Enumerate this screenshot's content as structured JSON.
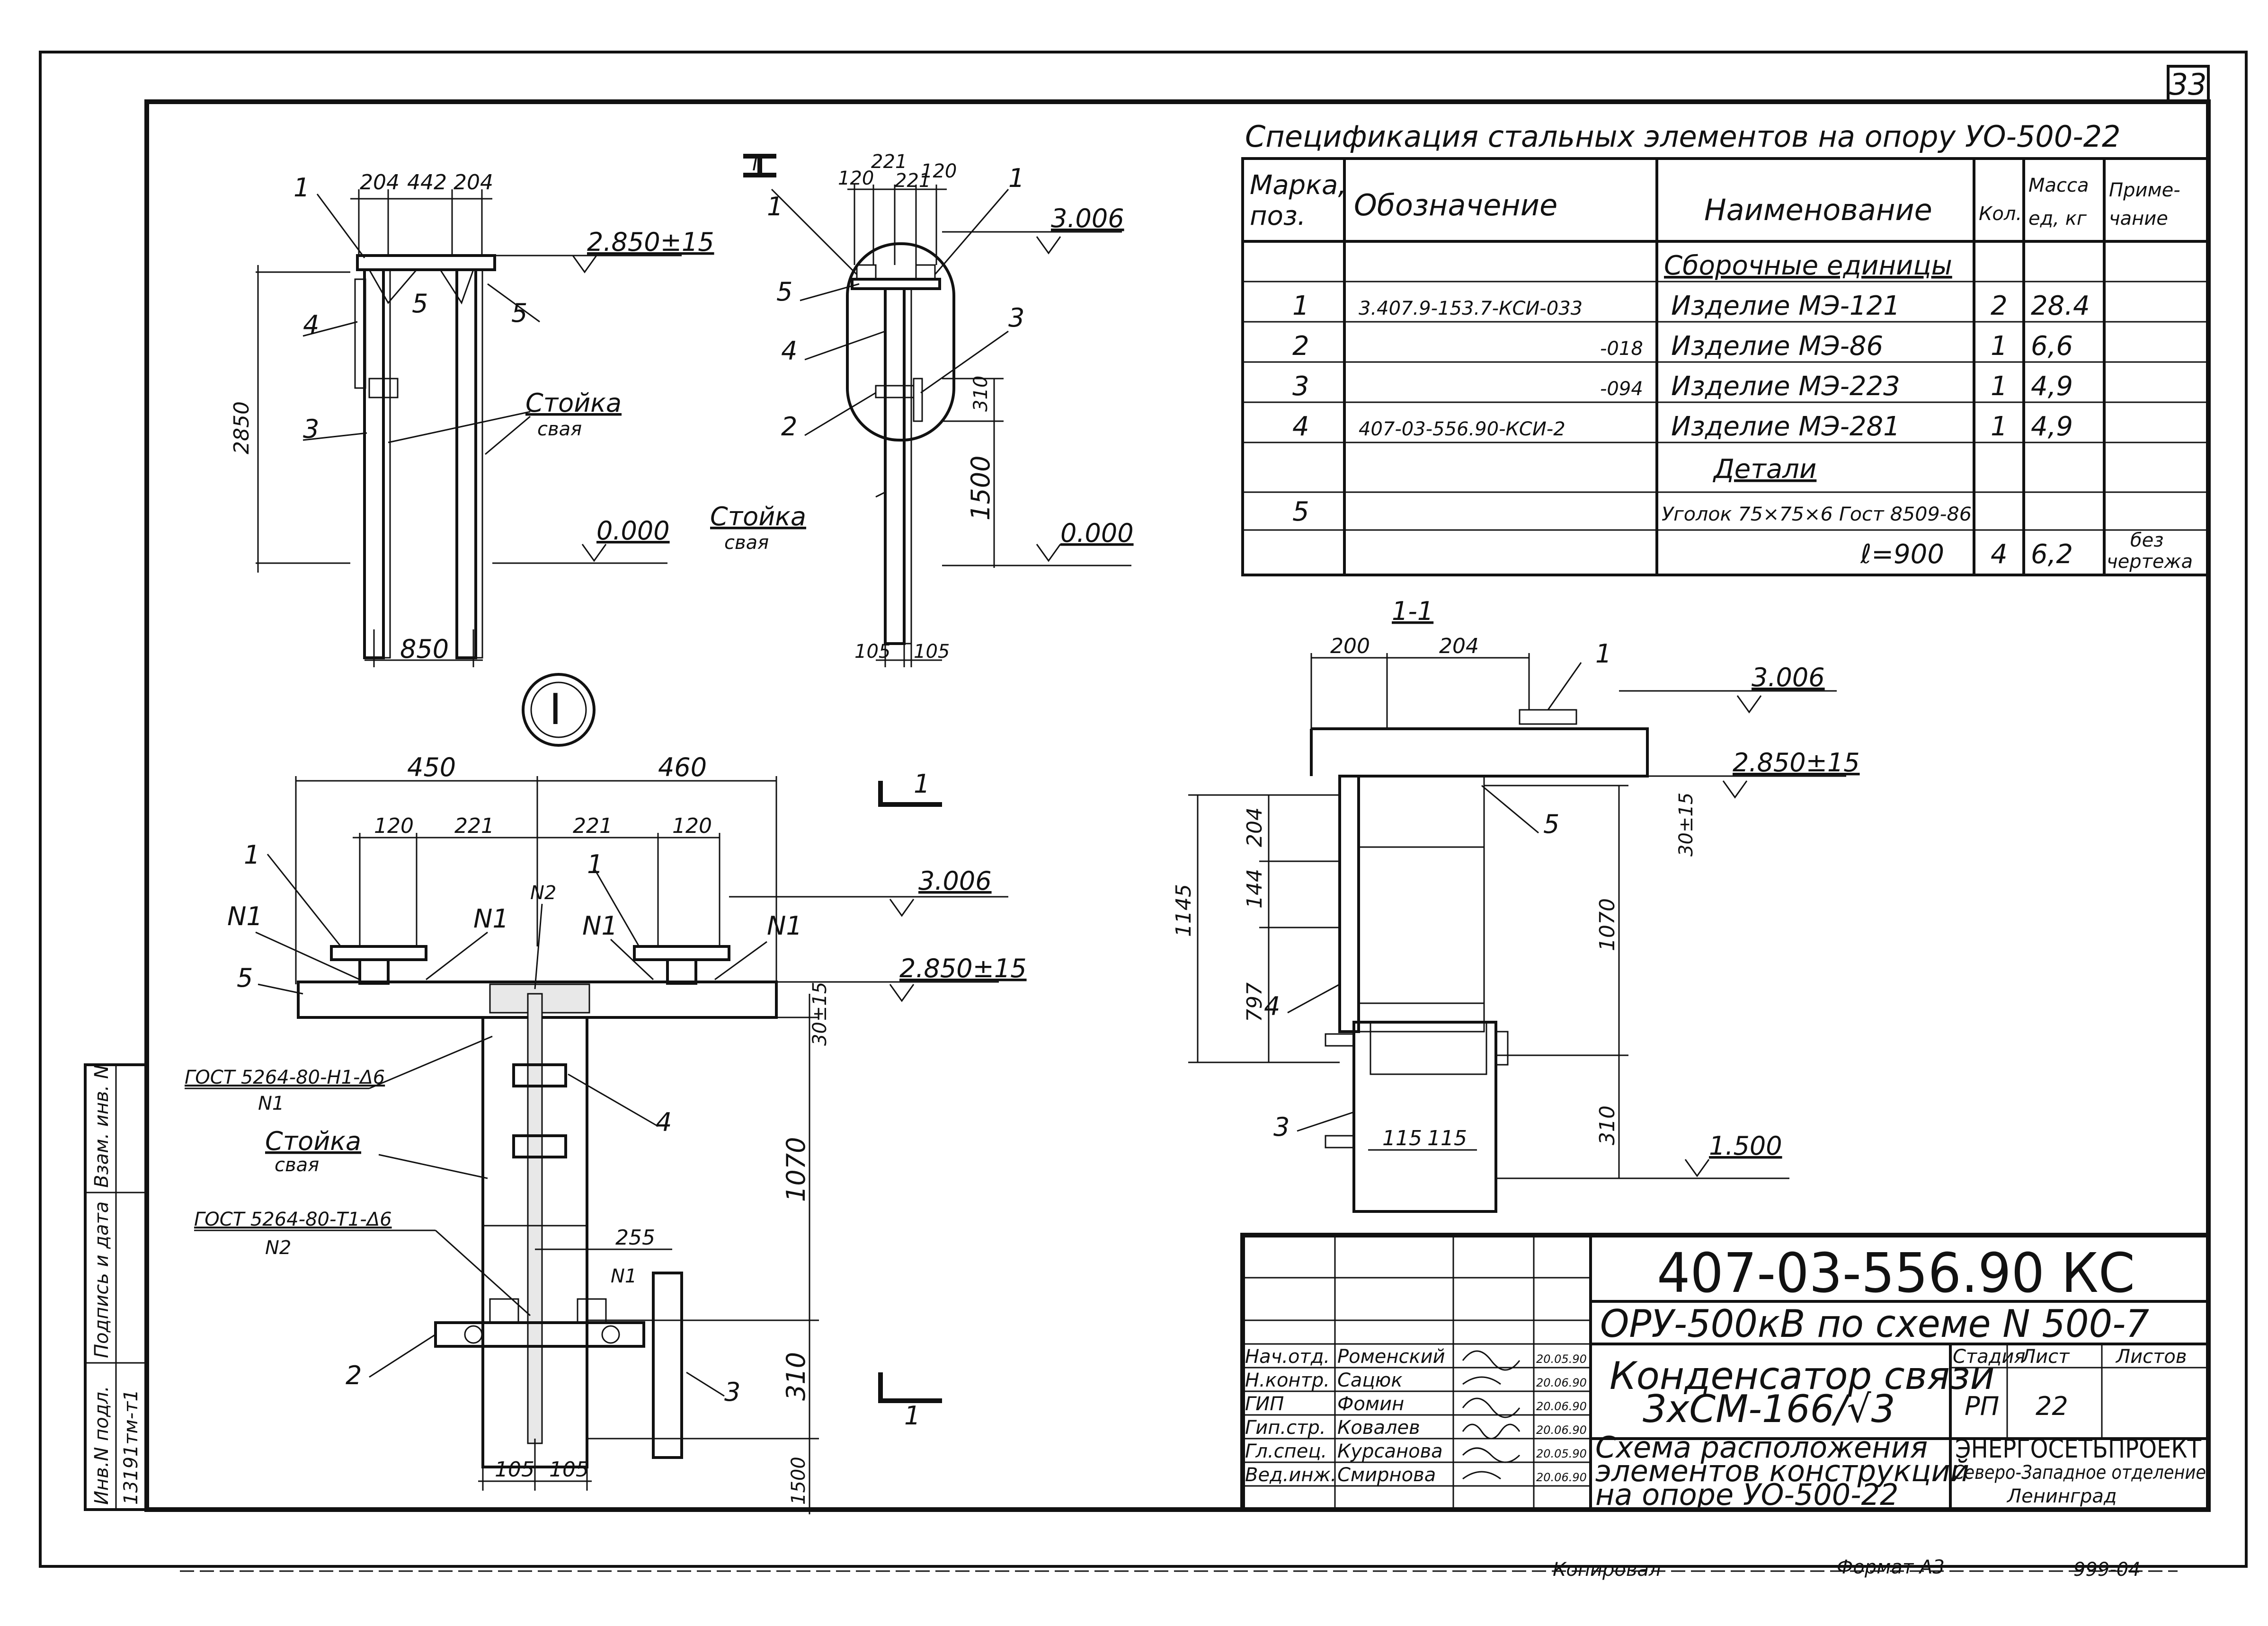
{
  "sheet": {
    "corner_number": "33",
    "format_note": "Формат А3",
    "copied_note": "Копировал",
    "footer_code": "999-04"
  },
  "spec_table": {
    "title": "Спецификация стальных элементов на опору УО-500-22",
    "headers": {
      "mark": [
        "Марка,",
        "поз."
      ],
      "designation": "Обозначение",
      "name": "Наименование",
      "qty": "Кол.",
      "mass": [
        "Масса",
        "ед, кг"
      ],
      "note": [
        "Приме-",
        "чание"
      ]
    },
    "section_assembly": "Сборочные единицы",
    "section_details": "Детали",
    "rows": [
      {
        "mark": "1",
        "designation": "3.407.9-153.7-КСИ-033",
        "name": "Изделие МЭ-121",
        "qty": "2",
        "mass": "28.4",
        "note": ""
      },
      {
        "mark": "2",
        "designation": "-018",
        "name": "Изделие МЭ-86",
        "qty": "1",
        "mass": "6,6",
        "note": ""
      },
      {
        "mark": "3",
        "designation": "-094",
        "name": "Изделие МЭ-223",
        "qty": "1",
        "mass": "4,9",
        "note": ""
      },
      {
        "mark": "4",
        "designation": "407-03-556.90-КСИ-2",
        "name": "Изделие МЭ-281",
        "qty": "1",
        "mass": "4,9",
        "note": ""
      }
    ],
    "detail_row": {
      "mark": "5",
      "name_line1": "Уголок 75×75×6 Гост 8509-86",
      "name_line2": "ℓ=900",
      "qty": "4",
      "mass": "6,2",
      "note": [
        "без",
        "чертежа"
      ]
    }
  },
  "drawings": {
    "side_view": {
      "dims": {
        "d1": "204",
        "d2": "442",
        "d3": "204",
        "height": "2850",
        "width": "850"
      },
      "levels": {
        "top": "2.850±15",
        "ground": "0.000"
      },
      "callouts": [
        "1",
        "5",
        "5",
        "4",
        "3"
      ],
      "label_post": [
        "Стойка",
        "свая"
      ]
    },
    "front_view": {
      "dims": {
        "d1": "120",
        "d2": "221",
        "d3": "221",
        "d4": "120",
        "h310": "310",
        "h1500": "1500",
        "b1": "105",
        "b2": "105"
      },
      "levels": {
        "top": "3.006",
        "ground": "0.000"
      },
      "callouts": [
        "1",
        "1",
        "5",
        "4",
        "3",
        "2"
      ],
      "label_post": [
        "Стойка",
        "свая"
      ],
      "section_mark": "I"
    },
    "node_mark": "I",
    "detail_I": {
      "dims": {
        "w1": "450",
        "w2": "460",
        "a1": "120",
        "a2": "221",
        "a3": "221",
        "a4": "120",
        "h1070": "1070",
        "h310": "310",
        "h1500": "1500",
        "b1": "105",
        "b2": "105",
        "off": "255",
        "tol": "30±15"
      },
      "levels": {
        "top": "3.006",
        "mid": "2.850±15"
      },
      "callouts": [
        "1",
        "1",
        "5",
        "4",
        "2",
        "3"
      ],
      "weld_n1": "N1",
      "weld_n2": "N2",
      "gost1": "ГОСТ 5264-80-Н1-Δ6",
      "gost2": "ГОСТ 5264-80-Т1-Δ6",
      "label_post": [
        "Стойка",
        "свая"
      ],
      "section_cut": "1"
    },
    "section_1_1": {
      "title": "1-1",
      "dims": {
        "w1": "200",
        "w2": "204",
        "h204": "204",
        "h144": "144",
        "h797": "797",
        "h1145": "1145",
        "h1070": "1070",
        "h310": "310",
        "b1": "115",
        "b2": "115",
        "tol": "30±15"
      },
      "levels": {
        "top": "3.006",
        "mid": "2.850±15",
        "low": "1.500"
      },
      "callouts": [
        "1",
        "5",
        "4",
        "3"
      ]
    }
  },
  "stamp": {
    "side_labels": [
      "Инв.N подл.",
      "Подпись и дата",
      "Взам. инв. N"
    ],
    "side_value": "13191тм-т1",
    "doc_code": "407-03-556.90 КС",
    "project": "ОРУ-500кВ по схеме N 500-7",
    "object": [
      "Конденсатор связи",
      "3хСМ-166/√3"
    ],
    "sheet_title": [
      "Схема расположения",
      "элементов конструкций",
      "на опоре УО-500-22"
    ],
    "people": [
      {
        "role": "Нач.отд.",
        "name": "Роменский",
        "date": "20.05.90"
      },
      {
        "role": "Н.контр.",
        "name": "Сацюк",
        "date": "20.06.90"
      },
      {
        "role": "ГИП",
        "name": "Фомин",
        "date": "20.06.90"
      },
      {
        "role": "Гип.стр.",
        "name": "Ковалев",
        "date": "20.06.90"
      },
      {
        "role": "Гл.спец.",
        "name": "Курсанова",
        "date": "20.05.90"
      },
      {
        "role": "Вед.инж.",
        "name": "Смирнова",
        "date": "20.06.90"
      }
    ],
    "stage_label": "Стадия",
    "sheet_label": "Лист",
    "sheets_label": "Листов",
    "stage": "РП",
    "sheet_no": "22",
    "org": [
      "ЭНЕРГОСЕТЬПРОЕКТ",
      "Северо-Западное отделение",
      "Ленинград"
    ]
  }
}
